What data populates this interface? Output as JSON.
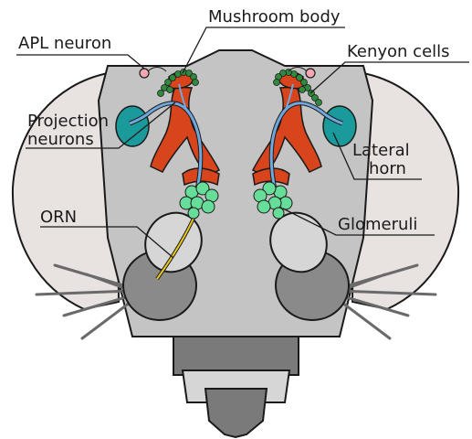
{
  "labels": {
    "apl_neuron": "APL neuron",
    "mushroom_body": "Mushroom body",
    "kenyon_cells": "Kenyon cells",
    "projection_neurons_line1": "Projection",
    "projection_neurons_line2": "neurons",
    "lateral_horn_line1": "Lateral",
    "lateral_horn_line2": "horn",
    "orn": "ORN",
    "glomeruli": "Glomeruli"
  },
  "colors": {
    "eye": "#e8e2e0",
    "head_capsule": "#c4c4c4",
    "antenna_light": "#d6d6d6",
    "antenna_dark": "#8a8a8a",
    "mouthparts": "#7a7a7a",
    "mushroom_body": "#d8441c",
    "projection_neuron": "#6fa8dc",
    "lateral_horn": "#1a9a9a",
    "glomeruli": "#66dd99",
    "kenyon_cells": "#2f8a3f",
    "apl_neuron": "#f2a7b2",
    "orn": "#e6c91a"
  }
}
